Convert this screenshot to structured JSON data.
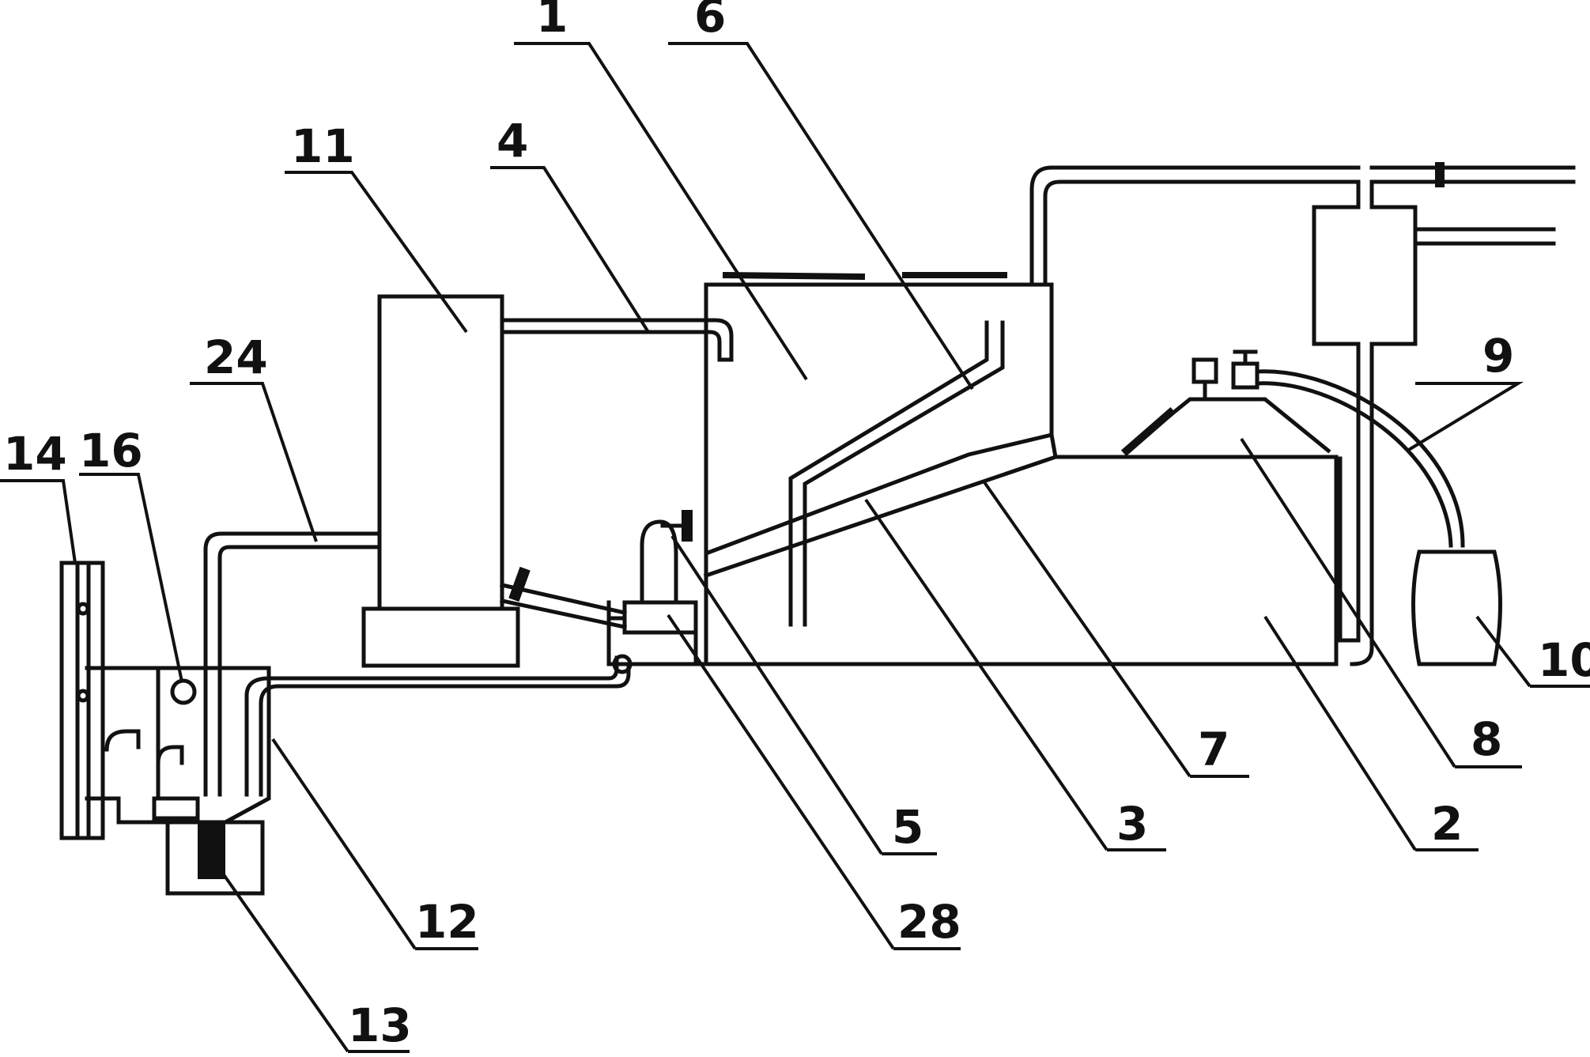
{
  "labels": {
    "l1": "1",
    "l2": "2",
    "l3": "3",
    "l4": "4",
    "l5": "5",
    "l6": "6",
    "l7": "7",
    "l8": "8",
    "l9": "9",
    "l10": "10",
    "l11": "11",
    "l12": "12",
    "l13": "13",
    "l14": "14",
    "l16": "16",
    "l24": "24",
    "l28": "28"
  },
  "colors": {
    "ink": "#111111",
    "paper": "#ffffff"
  }
}
